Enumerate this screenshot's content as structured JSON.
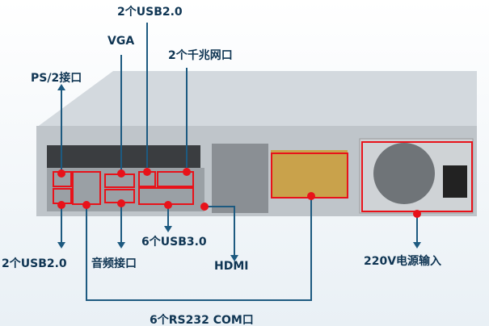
{
  "labels": {
    "usb2_top": "2个USB2.0",
    "vga": "VGA",
    "lan": "2个千兆网口",
    "ps2": "PS/2接口",
    "usb2_bottom": "2个USB2.0",
    "audio": "音频接口",
    "usb3": "6个USB3.0",
    "hdmi": "HDMI",
    "com": "6个RS232 COM口",
    "power": "220V电源输入"
  },
  "colors": {
    "line": "#1d5a80",
    "marker": "#e8121a",
    "text": "#0f3553"
  }
}
